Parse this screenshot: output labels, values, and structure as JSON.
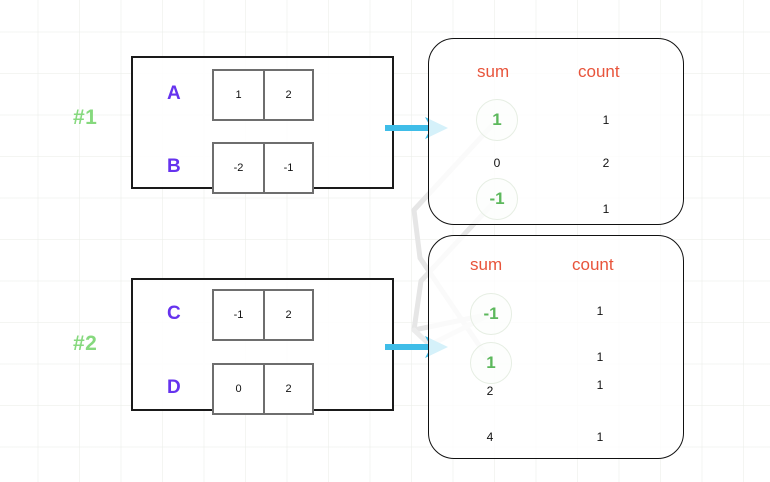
{
  "diagram": {
    "title": "sum-count aggregation diagram",
    "colors": {
      "label_purple": "#6633ee",
      "header_orange": "#e8543b",
      "highlight_green": "#5cb85c",
      "step_green": "#86d97e",
      "arrow_blue": "#3fbde8",
      "connector_gray": "#e3e3e3"
    },
    "steps": [
      {
        "tag": "#1"
      },
      {
        "tag": "#2"
      }
    ],
    "groups": [
      {
        "step": "#1",
        "rows": [
          {
            "label": "A",
            "cells": [
              "1",
              "2"
            ]
          },
          {
            "label": "B",
            "cells": [
              "-2",
              "-1"
            ]
          }
        ]
      },
      {
        "step": "#2",
        "rows": [
          {
            "label": "C",
            "cells": [
              "-1",
              "2"
            ]
          },
          {
            "label": "D",
            "cells": [
              "0",
              "2"
            ]
          }
        ]
      }
    ],
    "panels": [
      {
        "headers": {
          "sum": "sum",
          "count": "count"
        },
        "rows": [
          {
            "sum": "1",
            "count": "1",
            "highlight": true
          },
          {
            "sum": "0",
            "count": "2",
            "highlight": false
          },
          {
            "sum": "-1",
            "count": "1",
            "highlight": true
          }
        ]
      },
      {
        "headers": {
          "sum": "sum",
          "count": "count"
        },
        "rows": [
          {
            "sum": "-1",
            "count": "1",
            "highlight": true
          },
          {
            "sum": "1",
            "count": "1",
            "highlight": true
          },
          {
            "sum": "2",
            "count": "1",
            "highlight": false
          },
          {
            "sum": "4",
            "count": "1",
            "highlight": false
          }
        ]
      }
    ],
    "arrows": [
      {
        "name": "arrow-group1-to-panel1"
      },
      {
        "name": "arrow-group2-to-panel2"
      }
    ],
    "connectors": [
      {
        "name": "connector-panel1-one-to-panel2-one"
      },
      {
        "name": "connector-panel1-minus-one-to-panel2-minus-one"
      }
    ]
  }
}
